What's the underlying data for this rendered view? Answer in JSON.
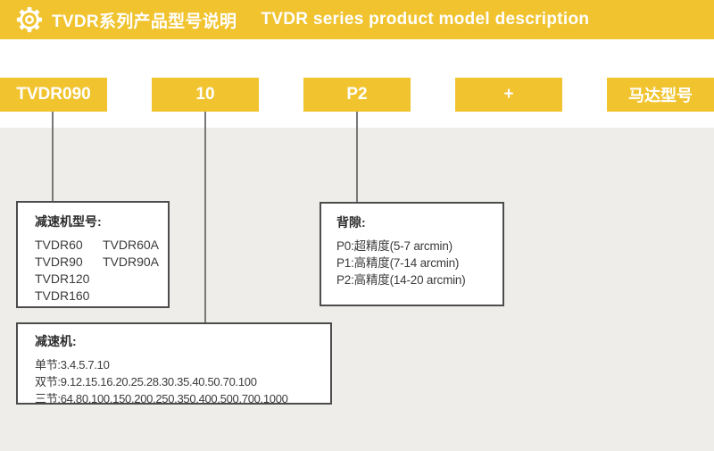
{
  "header": {
    "icon": "gear-icon",
    "title_zh": "TVDR系列产品型号说明",
    "title_en": "TVDR series product model description"
  },
  "model_row": {
    "segments": [
      "TVDR090",
      "10",
      "P2",
      "+",
      "马达型号"
    ]
  },
  "callouts": {
    "gearbox_model": {
      "title": "减速机型号:",
      "column1": [
        "TVDR60",
        "TVDR90",
        "TVDR120",
        "TVDR160"
      ],
      "column2": [
        "TVDR60A",
        "TVDR90A"
      ]
    },
    "backlash": {
      "title": "背隙:",
      "items": [
        "P0:超精度(5-7 arcmin)",
        "P1:高精度(7-14 arcmin)",
        "P2:高精度(14-20 arcmin)"
      ]
    },
    "reducer_ratios": {
      "title": "减速机:",
      "items": [
        "单节:3.4.5.7.10",
        "双节:9.12.15.16.20.25.28.30.35.40.50.70.100",
        "三节:64.80.100.150.200.250.350.400.500.700.1000"
      ]
    }
  },
  "colors": {
    "accent_yellow": "#F0C32F",
    "panel_gray": "#EEEDEA",
    "callout_border": "#4C4C4C",
    "connector_line": "#787878",
    "text_dark": "#3B3B3B"
  }
}
